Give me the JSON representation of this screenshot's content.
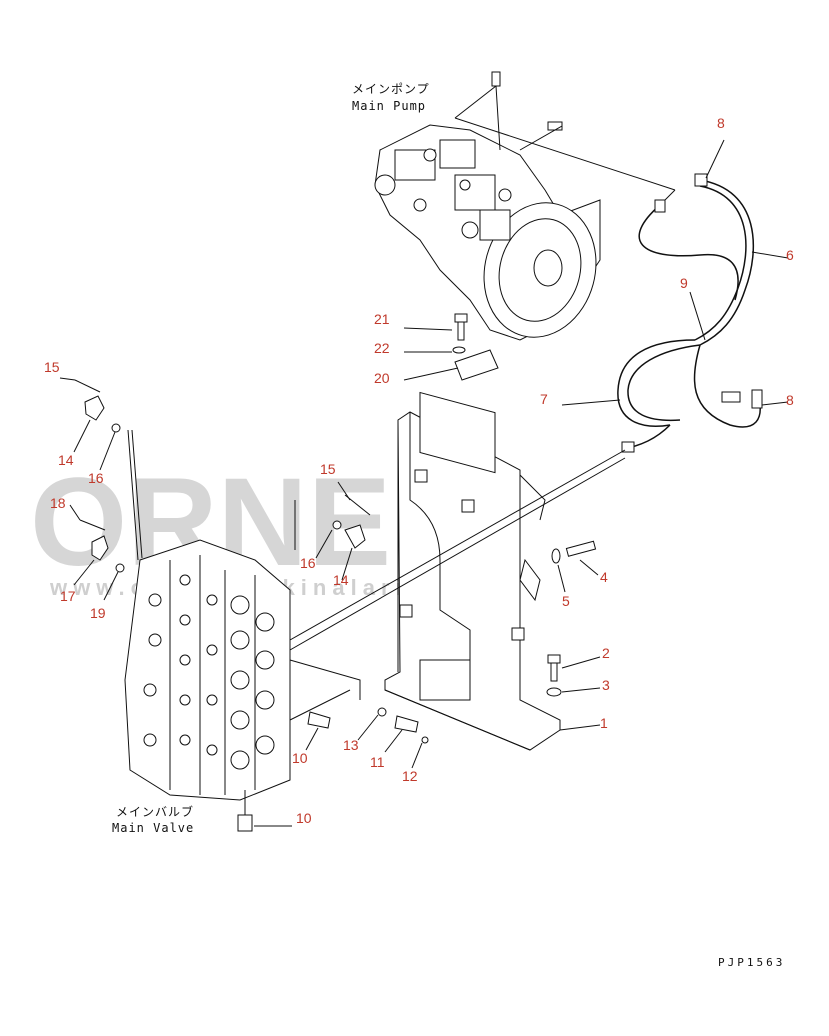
{
  "labels": {
    "main_pump_jp": "メインポンプ",
    "main_pump_en": "Main Pump",
    "main_valve_jp": "メインバルブ",
    "main_valve_en": "Main Valve"
  },
  "drawing_code": "PJP1563",
  "watermark": {
    "logo": "ORNEK",
    "url": "www.orneksmakinalari.com.tr"
  },
  "callouts": [
    "1",
    "2",
    "3",
    "4",
    "5",
    "6",
    "7",
    "8",
    "8",
    "9",
    "10",
    "10",
    "11",
    "12",
    "13",
    "14",
    "14",
    "15",
    "15",
    "16",
    "16",
    "17",
    "18",
    "19",
    "20",
    "21",
    "22"
  ],
  "colors": {
    "callout": "#c0392b",
    "line": "#111111",
    "watermark": "#d6d6d6"
  }
}
